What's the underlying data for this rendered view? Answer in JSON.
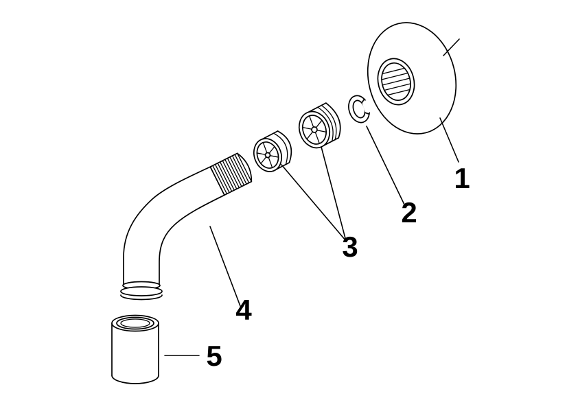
{
  "background": "#ffffff",
  "line_color": "#000000",
  "callouts": [
    {
      "number": "1"
    },
    {
      "number": "2"
    },
    {
      "number": "3"
    },
    {
      "number": "4"
    },
    {
      "number": "5"
    }
  ]
}
